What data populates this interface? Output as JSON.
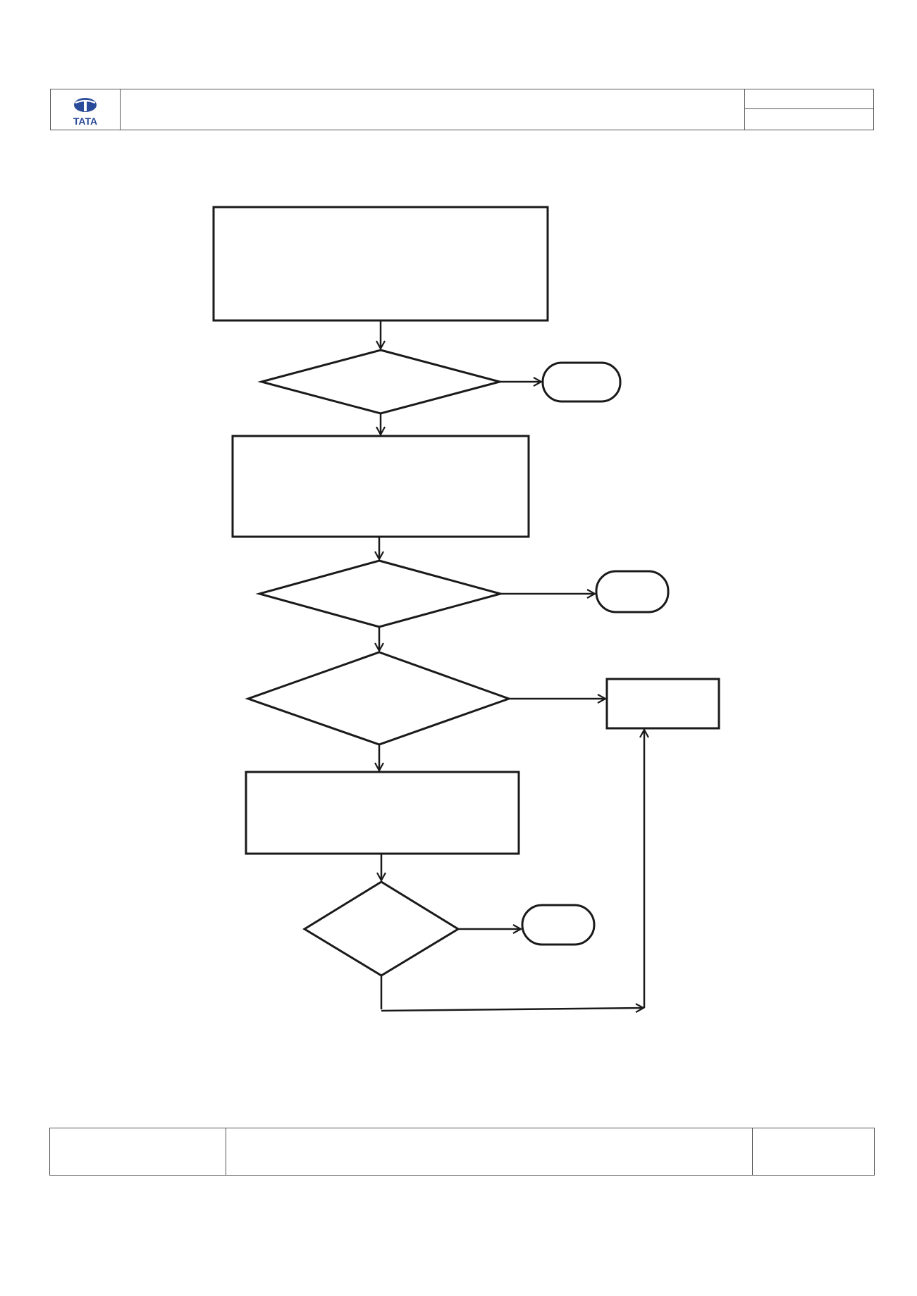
{
  "header": {
    "logo_text": "TATA",
    "logo_color": "#2a4a9a",
    "title": "",
    "ref_top": "",
    "ref_bottom": ""
  },
  "flowchart": {
    "stroke_color": "#1a1a1a",
    "nodes": [
      {
        "id": "process-1",
        "shape": "rect",
        "text": ""
      },
      {
        "id": "decision-1",
        "shape": "diamond",
        "text": ""
      },
      {
        "id": "terminal-1",
        "shape": "rounded",
        "text": ""
      },
      {
        "id": "process-2",
        "shape": "rect",
        "text": ""
      },
      {
        "id": "decision-2",
        "shape": "diamond",
        "text": ""
      },
      {
        "id": "terminal-2",
        "shape": "rounded",
        "text": ""
      },
      {
        "id": "decision-3",
        "shape": "diamond",
        "text": ""
      },
      {
        "id": "process-side",
        "shape": "rect",
        "text": ""
      },
      {
        "id": "process-3",
        "shape": "rect",
        "text": ""
      },
      {
        "id": "decision-4",
        "shape": "diamond",
        "text": ""
      },
      {
        "id": "terminal-3",
        "shape": "rounded",
        "text": ""
      }
    ],
    "edges": [
      {
        "from": "process-1",
        "to": "decision-1"
      },
      {
        "from": "decision-1",
        "to": "terminal-1"
      },
      {
        "from": "decision-1",
        "to": "process-2"
      },
      {
        "from": "process-2",
        "to": "decision-2"
      },
      {
        "from": "decision-2",
        "to": "terminal-2"
      },
      {
        "from": "decision-2",
        "to": "decision-3"
      },
      {
        "from": "decision-3",
        "to": "process-side"
      },
      {
        "from": "decision-3",
        "to": "process-3"
      },
      {
        "from": "process-3",
        "to": "decision-4"
      },
      {
        "from": "decision-4",
        "to": "terminal-3"
      },
      {
        "from": "decision-4",
        "to": "process-side"
      }
    ]
  },
  "footer": {
    "left": "",
    "middle": "",
    "right": ""
  }
}
